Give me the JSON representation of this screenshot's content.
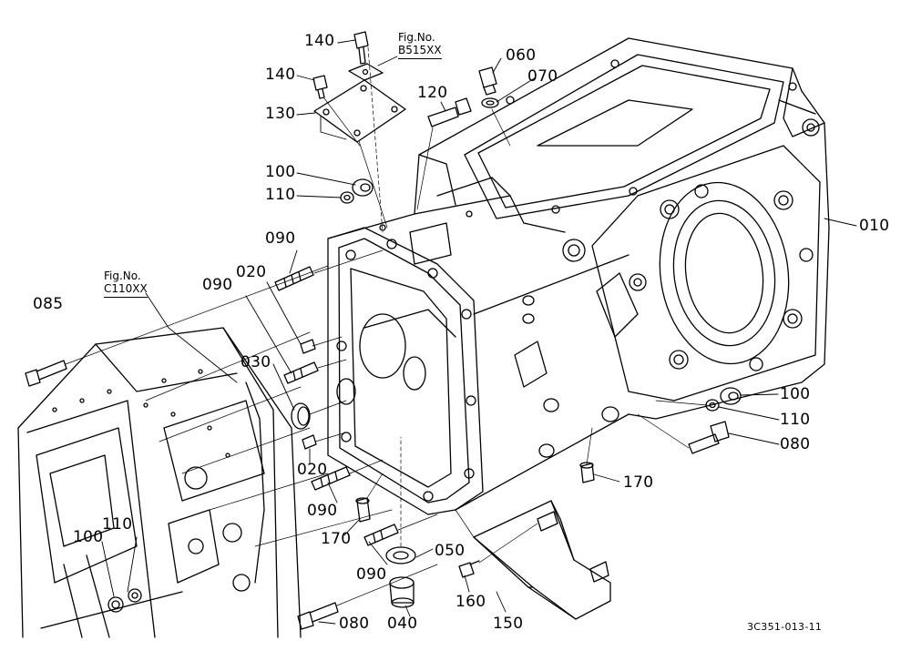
{
  "diagram": {
    "callouts": [
      {
        "id": "c140a",
        "text": "140"
      },
      {
        "id": "c140b",
        "text": "140"
      },
      {
        "id": "c130",
        "text": "130"
      },
      {
        "id": "c060",
        "text": "060"
      },
      {
        "id": "c070",
        "text": "070"
      },
      {
        "id": "c120",
        "text": "120"
      },
      {
        "id": "c100a",
        "text": "100"
      },
      {
        "id": "c110a",
        "text": "110"
      },
      {
        "id": "c090a",
        "text": "090"
      },
      {
        "id": "c020a",
        "text": "020"
      },
      {
        "id": "c090b",
        "text": "090"
      },
      {
        "id": "c085",
        "text": "085"
      },
      {
        "id": "c030",
        "text": "030"
      },
      {
        "id": "c020b",
        "text": "020"
      },
      {
        "id": "c090c",
        "text": "090"
      },
      {
        "id": "c170a",
        "text": "170"
      },
      {
        "id": "c090d",
        "text": "090"
      },
      {
        "id": "c050",
        "text": "050"
      },
      {
        "id": "c160",
        "text": "160"
      },
      {
        "id": "c040",
        "text": "040"
      },
      {
        "id": "c150",
        "text": "150"
      },
      {
        "id": "c080a",
        "text": "080"
      },
      {
        "id": "c100b",
        "text": "100"
      },
      {
        "id": "c110b",
        "text": "110"
      },
      {
        "id": "c080b",
        "text": "080"
      },
      {
        "id": "c170b",
        "text": "170"
      },
      {
        "id": "c010",
        "text": "010"
      },
      {
        "id": "c110c",
        "text": "110"
      },
      {
        "id": "c100c",
        "text": "100"
      }
    ],
    "fig_refs": [
      {
        "label": "Fig.No.",
        "number": "B515XX"
      },
      {
        "label": "Fig.No.",
        "number": "C110XX"
      }
    ],
    "drawing_code": "3C351-013-11"
  }
}
